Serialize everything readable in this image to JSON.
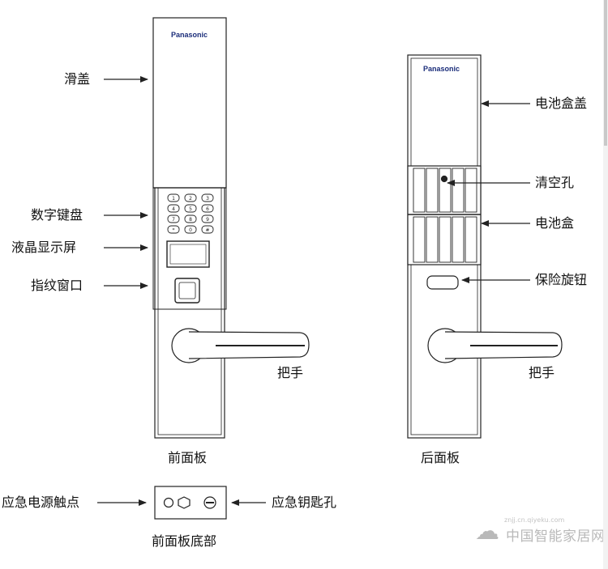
{
  "front_panel": {
    "brand": "Panasonic",
    "keypad_keys": [
      "1",
      "2",
      "3",
      "4",
      "5",
      "6",
      "7",
      "8",
      "9",
      "*",
      "0",
      "#"
    ],
    "labels": {
      "slide_cover": "滑盖",
      "keypad": "数字键盘",
      "lcd": "液晶显示屏",
      "fingerprint": "指纹窗口",
      "handle": "把手"
    },
    "caption": "前面板"
  },
  "back_panel": {
    "brand": "Panasonic",
    "labels": {
      "battery_cover": "电池盒盖",
      "clear_hole": "清空孔",
      "battery_box": "电池盒",
      "safety_knob": "保险旋钮",
      "handle": "把手"
    },
    "caption": "后面板"
  },
  "front_bottom": {
    "label_left": "应急电源触点",
    "label_right": "应急钥匙孔",
    "caption": "前面板底部"
  },
  "watermark": {
    "url": "znjj.cn.qiyeku.com",
    "text": "中国智能家居网"
  }
}
